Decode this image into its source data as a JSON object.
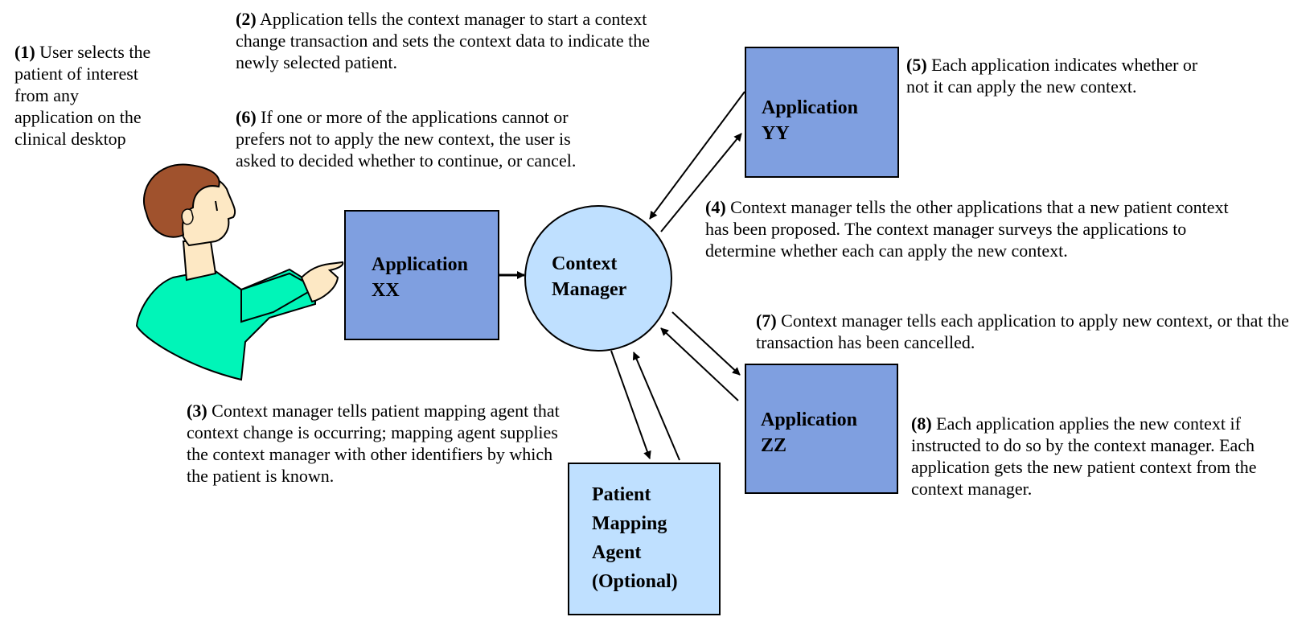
{
  "notes": {
    "n1": {
      "num": "(1)",
      "text": "User selects the patient of interest from any application on the clinical desktop"
    },
    "n2": {
      "num": "(2)",
      "text": "Application tells the context manager to start a context change transaction and sets the context data to indicate the newly selected patient."
    },
    "n6": {
      "num": "(6)",
      "text": "If one or more of the applications cannot or prefers not to apply the new context, the user is asked to decided whether to continue, or cancel."
    },
    "n5": {
      "num": "(5)",
      "text": "Each application indicates whether or not it can apply the new context."
    },
    "n4": {
      "num": "(4)",
      "text": "Context manager tells the other applications that a new patient context has been proposed. The context manager surveys the applications to determine whether each can apply the new context."
    },
    "n7": {
      "num": "(7)",
      "text": "Context manager tells each application to apply new context, or that the transaction has been cancelled."
    },
    "n3": {
      "num": "(3)",
      "text": "Context manager tells patient mapping agent that context change is occurring; mapping agent supplies the context manager with other identifiers by which the patient is known."
    },
    "n8": {
      "num": "(8)",
      "text": "Each application applies the new context if instructed to do so by the context manager. Each application gets the new patient context from the context manager."
    }
  },
  "nodes": {
    "app_xx": {
      "line1": "Application",
      "line2": "XX"
    },
    "app_yy": {
      "line1": "Application",
      "line2": "YY"
    },
    "app_zz": {
      "line1": "Application",
      "line2": "ZZ"
    },
    "context_manager": {
      "line1": "Context",
      "line2": "Manager"
    },
    "mapping_agent": {
      "line1": "Patient",
      "line2": "Mapping",
      "line3": "Agent",
      "line4": "(Optional)"
    }
  },
  "colors": {
    "application_box": "#7f9fe0",
    "light_node": "#bfe0ff",
    "shirt": "#00f5b8",
    "hair": "#a0522d",
    "skin": "#fde8c4"
  },
  "icons": {
    "user": "user-figure-icon"
  }
}
